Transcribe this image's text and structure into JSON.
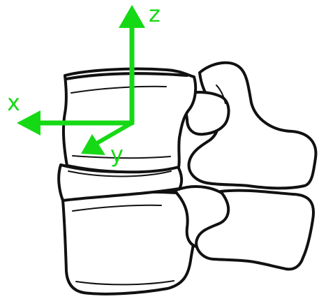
{
  "diagram": {
    "axes": [
      {
        "name": "x",
        "label": "x"
      },
      {
        "name": "y",
        "label": "y"
      },
      {
        "name": "z",
        "label": "z"
      }
    ],
    "colors": {
      "axis": "#16d916",
      "outline": "#111111",
      "fill": "#ffffff"
    },
    "illustration": "vertebrae-line-drawing"
  }
}
